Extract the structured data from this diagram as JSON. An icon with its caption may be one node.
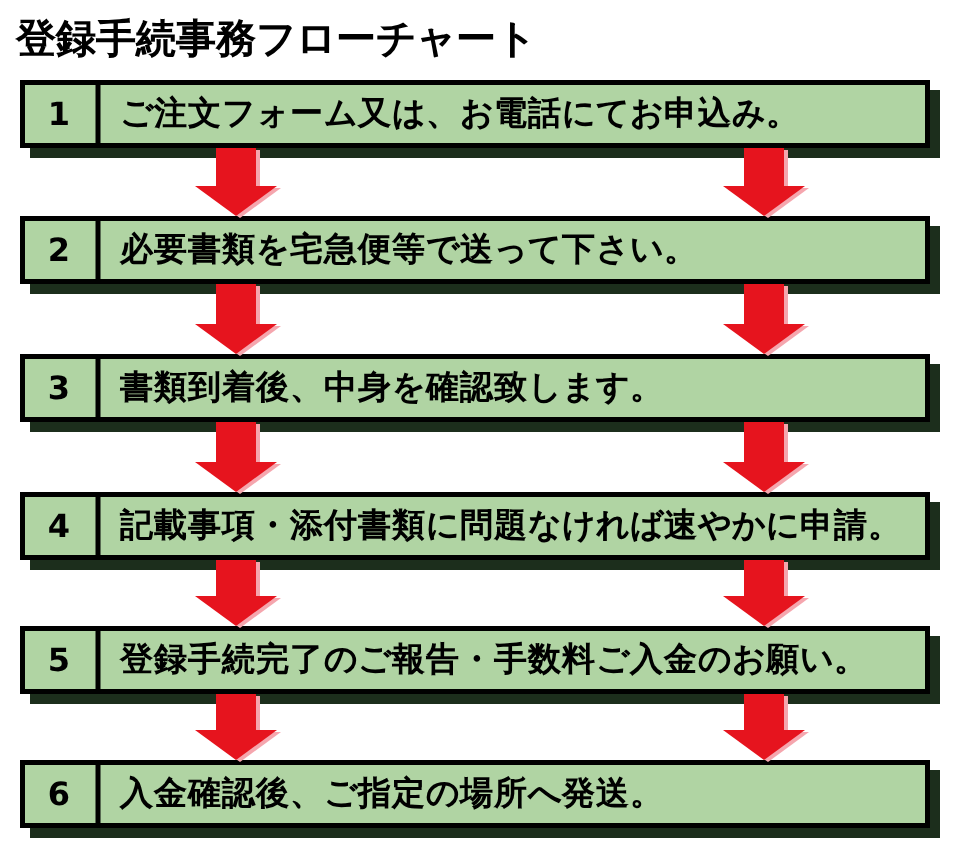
{
  "diagram": {
    "title": "登録手続事務フローチャート",
    "nodes": [
      {
        "text": [
          "1",
          "ご注文フォーム又は、お電話にてお申込み。"
        ]
      },
      {
        "text": [
          "2",
          "必要書類を宅急便等で送って下さい。"
        ]
      },
      {
        "text": [
          "3",
          "書類到着後、中身を確認致します。"
        ]
      },
      {
        "text": [
          "4",
          "記載事項・添付書類に問題なければ速やかに申請。"
        ]
      },
      {
        "text": [
          "5",
          "登録手続完了のご報告・手数料ご入金のお願い。"
        ]
      },
      {
        "text": [
          "6",
          "入金確認後、ご指定の場所へ発送。"
        ]
      }
    ],
    "edges": [
      {
        "from": 0,
        "to": 1,
        "arrow": "to"
      },
      {
        "from": 0,
        "to": 1,
        "arrow": "to"
      },
      {
        "from": 1,
        "to": 2,
        "arrow": "to"
      },
      {
        "from": 1,
        "to": 2,
        "arrow": "to"
      },
      {
        "from": 2,
        "to": 3,
        "arrow": "to"
      },
      {
        "from": 2,
        "to": 3,
        "arrow": "to"
      },
      {
        "from": 3,
        "to": 4,
        "arrow": "to"
      },
      {
        "from": 3,
        "to": 4,
        "arrow": "to"
      },
      {
        "from": 4,
        "to": 5,
        "arrow": "to"
      },
      {
        "from": 4,
        "to": 5,
        "arrow": "to"
      }
    ]
  }
}
